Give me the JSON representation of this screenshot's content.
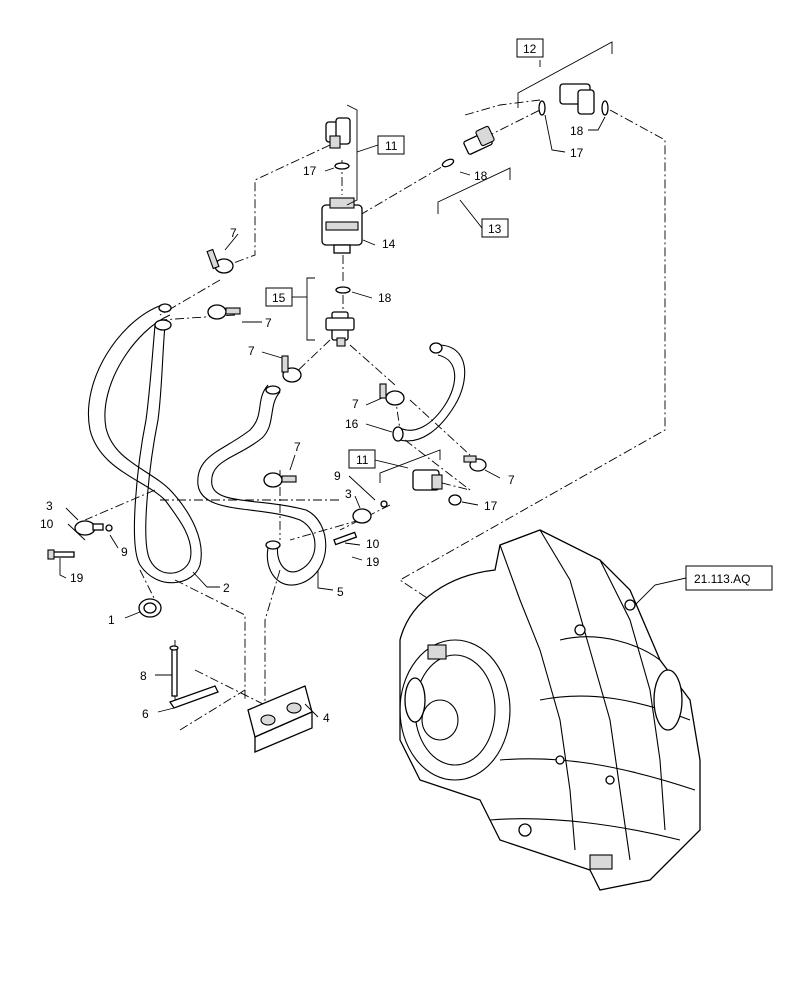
{
  "callouts": {
    "c1": "1",
    "c2": "2",
    "c3a": "3",
    "c3b": "3",
    "c4": "4",
    "c5": "5",
    "c6": "6",
    "c7a": "7",
    "c7b": "7",
    "c7c": "7",
    "c7d": "7",
    "c7e": "7",
    "c7f": "7",
    "c8": "8",
    "c9a": "9",
    "c9b": "9",
    "c10a": "10",
    "c10b": "10",
    "c14": "14",
    "c16": "16",
    "c17a": "17",
    "c17b": "17",
    "c17c": "17",
    "c18a": "18",
    "c18b": "18",
    "c18c": "18",
    "c19a": "19",
    "c19b": "19"
  },
  "boxed": {
    "b11a": "11",
    "b11b": "11",
    "b12": "12",
    "b13": "13",
    "b15": "15",
    "ref": "21.113.AQ"
  }
}
